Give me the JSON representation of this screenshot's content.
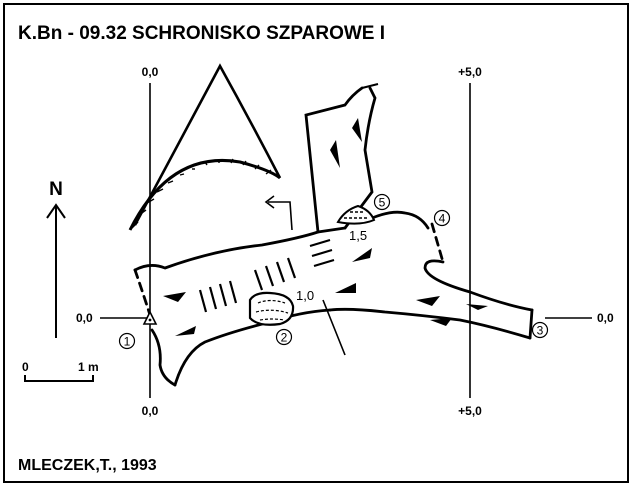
{
  "title": "K.Bn - 09.32  SCHRONISKO SZPAROWE  I",
  "author": "MLECZEK,T., 1993",
  "north_label": "N",
  "scale": {
    "start": "0",
    "end": "1 m"
  },
  "profiles": {
    "left_top": "0,0",
    "left_bottom": "0,0",
    "left_side": "0,0",
    "right_top": "+5,0",
    "right_bottom": "+5,0",
    "right_side": "0,0"
  },
  "depths": {
    "d1": "1,0",
    "d2": "1,5"
  },
  "points": [
    "1",
    "2",
    "3",
    "4",
    "5"
  ]
}
